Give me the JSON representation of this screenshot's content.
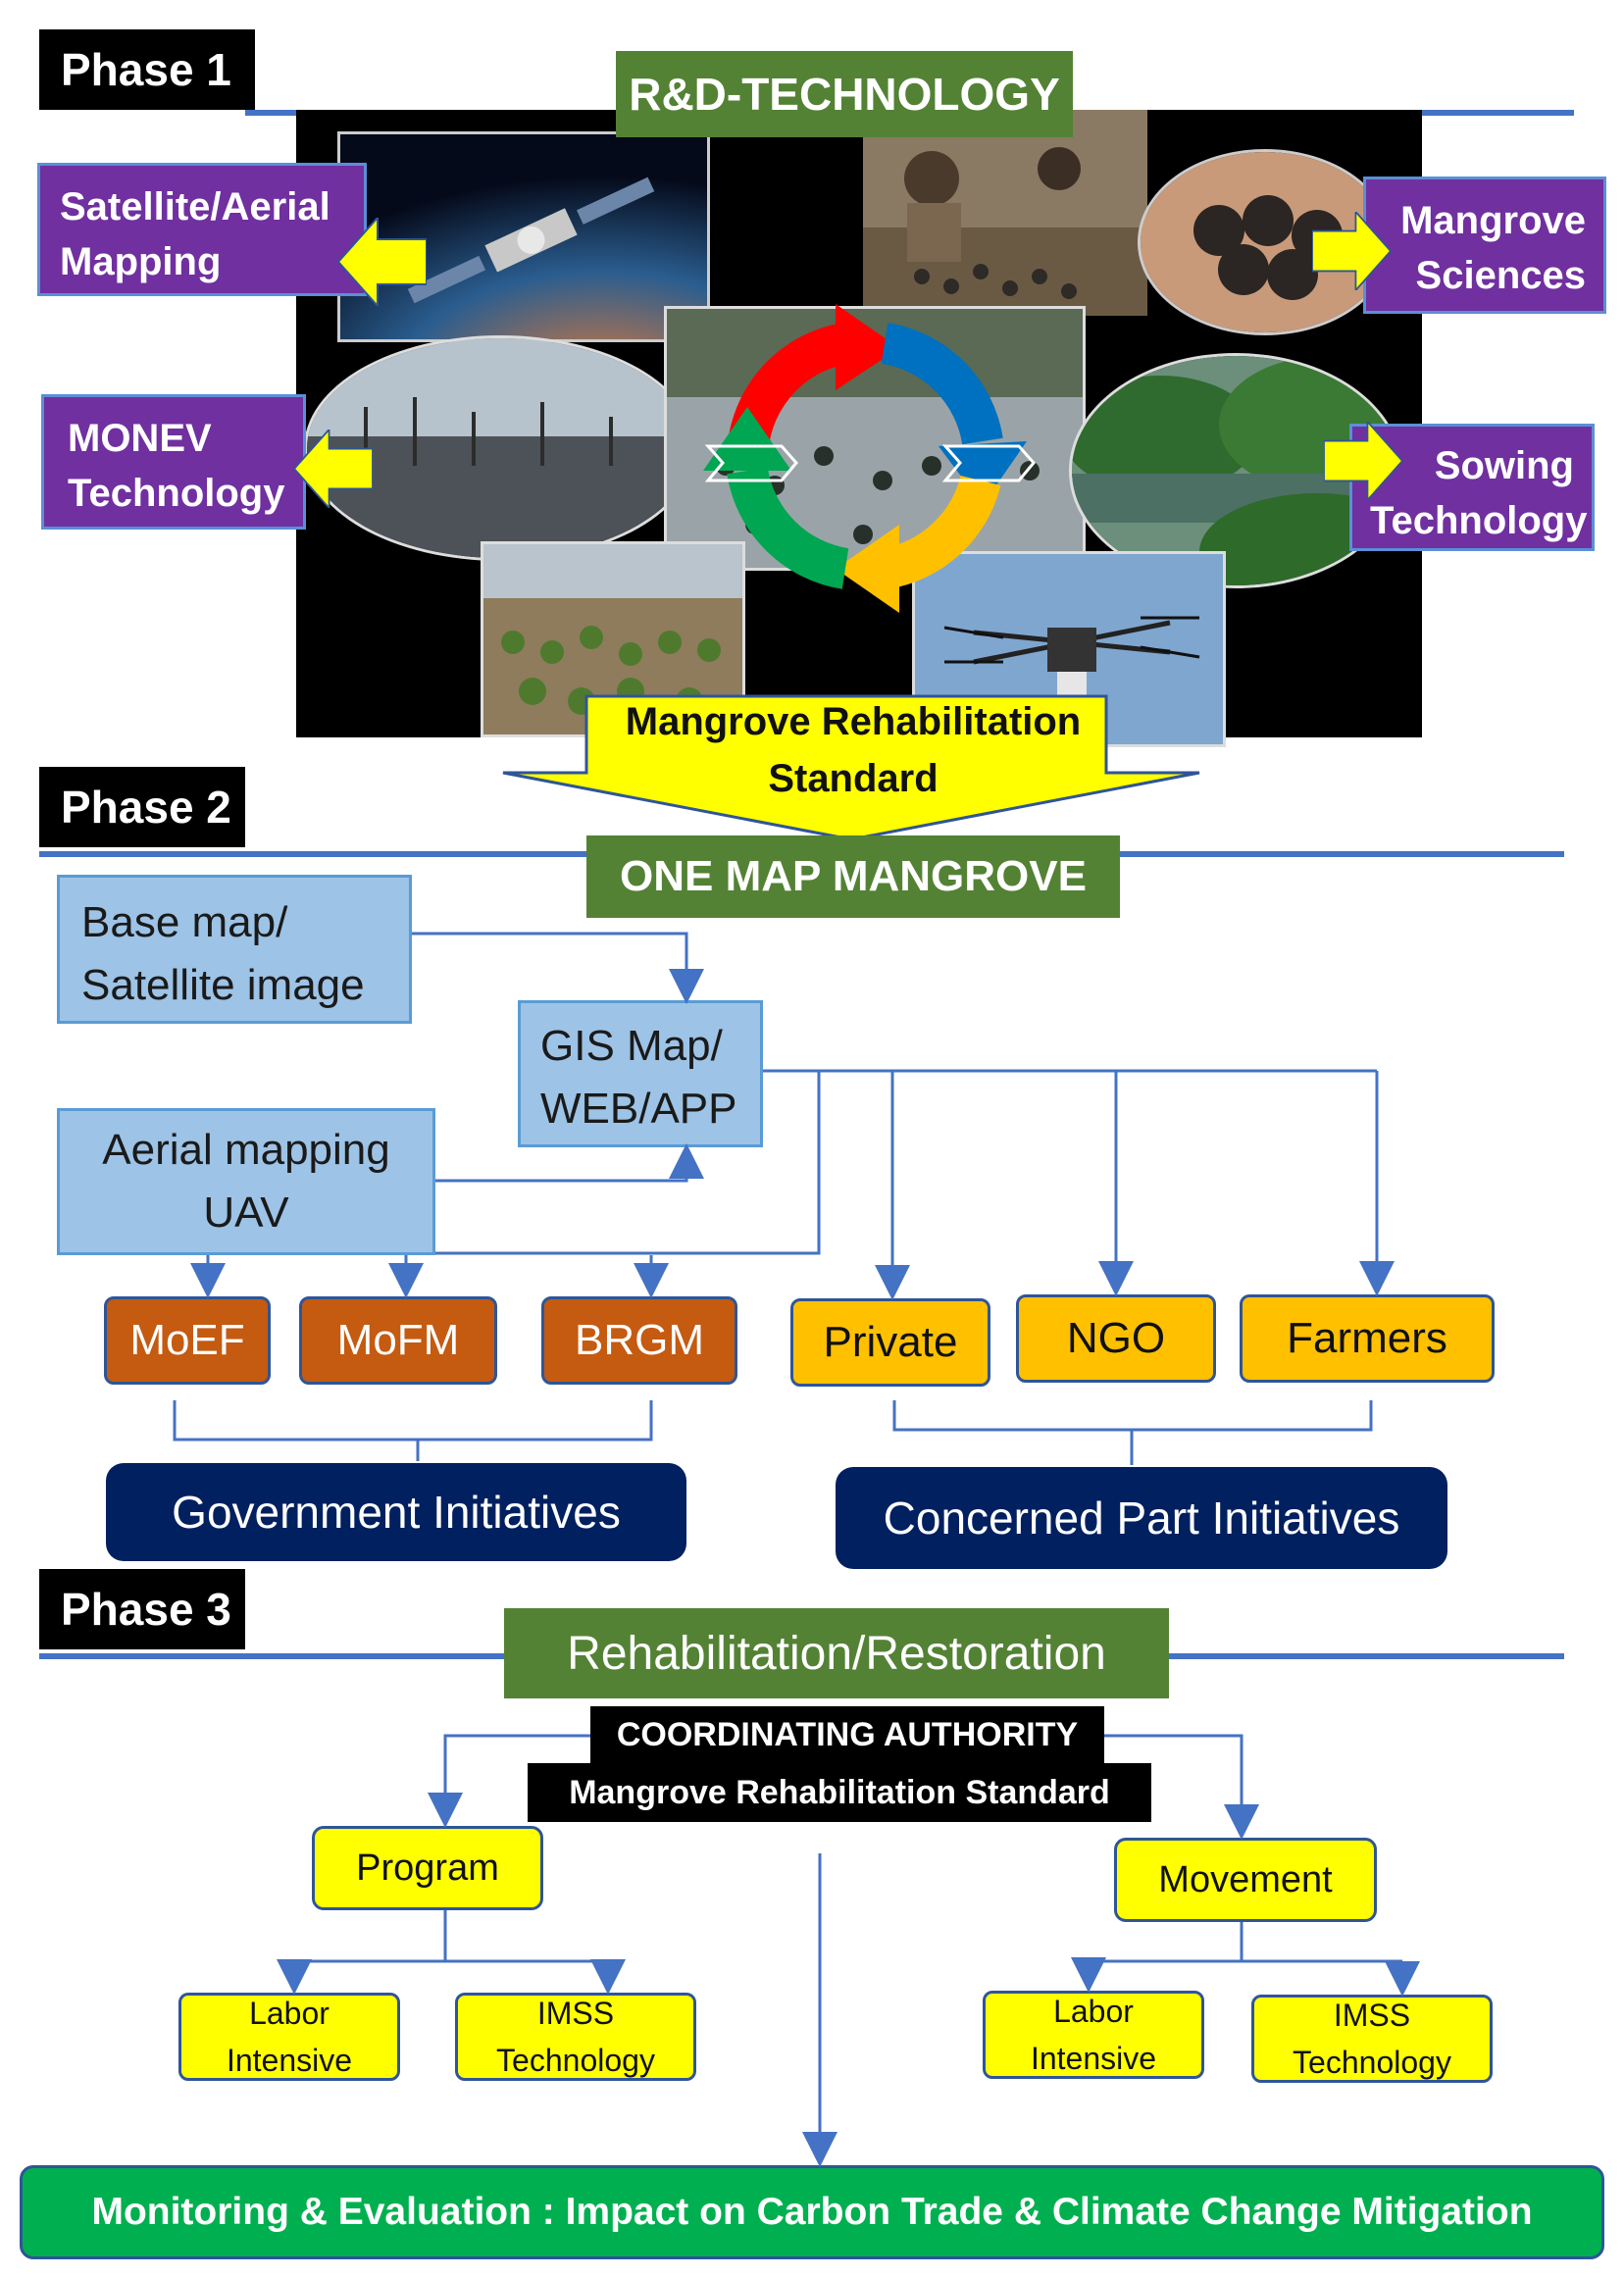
{
  "phase1": {
    "tag": "Phase 1",
    "title": "R&D-TECHNOLOGY",
    "left_boxes": [
      "Satellite/Aerial Mapping",
      "MONEV Technology"
    ],
    "right_boxes": [
      "Mangrove Sciences",
      "Sowing Technology"
    ],
    "standard_arrow": "Mangrove Rehabilitation Standard"
  },
  "phase2": {
    "tag": "Phase 2",
    "title": "ONE MAP MANGROVE",
    "base_map": "Base map/ Satellite image",
    "gis_map": "GIS Map/ WEB/APP",
    "aerial": "Aerial mapping UAV",
    "government": [
      "MoEF",
      "MoFM",
      "BRGM"
    ],
    "concerned": [
      "Private",
      "NGO",
      "Farmers"
    ],
    "government_label": "Government Initiatives",
    "concerned_label": "Concerned Part Initiatives"
  },
  "phase3": {
    "tag": "Phase 3",
    "title": "Rehabilitation/Restoration",
    "authority": "COORDINATING AUTHORITY",
    "standard": "Mangrove Rehabilitation Standard",
    "program": "Program",
    "movement": "Movement",
    "labor": "Labor Intensive",
    "imss": "IMSS Technology",
    "bottom": "Monitoring & Evaluation : Impact on Carbon Trade & Climate Change Mitigation"
  },
  "colors": {
    "line_blue": "#4472c4",
    "title_green": "#548235",
    "purple": "#7030a0",
    "light_blue": "#9dc3e6",
    "orange": "#c55a11",
    "gold": "#ffc000",
    "navy": "#002060",
    "yellow": "#ffff00",
    "bottom_green": "#00b050"
  },
  "icons": [
    "satellite-photo",
    "mangrove-seed-photo",
    "mangrove-forest-photo",
    "seedling-field-photo",
    "drone-photo",
    "cycle-arrows-icon"
  ]
}
